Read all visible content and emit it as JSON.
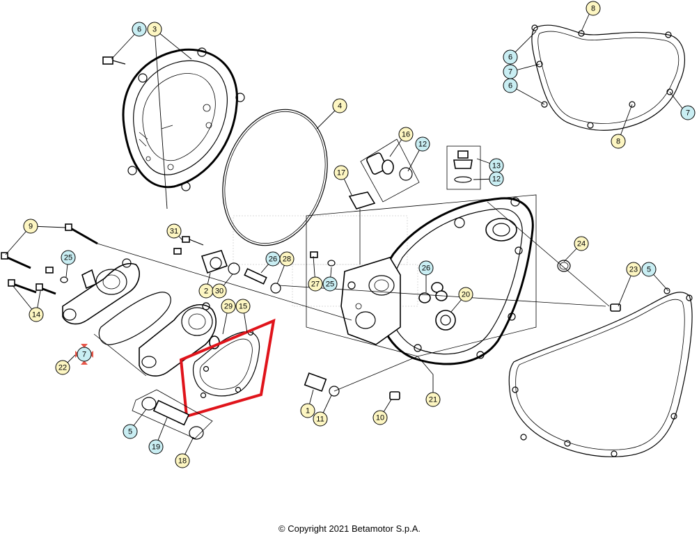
{
  "copyright": "© Copyright 2021 Betamotor S.p.A.",
  "colors": {
    "callout_yellow": "#fdf6c2",
    "callout_cyan": "#c9eef3",
    "highlight_red": "#e0141b",
    "indicator_red": "#e8574a"
  },
  "callouts": [
    {
      "label": "6",
      "color": "cyan"
    },
    {
      "label": "3",
      "color": "yellow"
    },
    {
      "label": "8",
      "color": "yellow"
    },
    {
      "label": "6",
      "color": "cyan"
    },
    {
      "label": "7",
      "color": "cyan"
    },
    {
      "label": "6",
      "color": "cyan"
    },
    {
      "label": "7",
      "color": "cyan"
    },
    {
      "label": "8",
      "color": "yellow"
    },
    {
      "label": "4",
      "color": "yellow"
    },
    {
      "label": "16",
      "color": "yellow"
    },
    {
      "label": "12",
      "color": "cyan"
    },
    {
      "label": "13",
      "color": "cyan"
    },
    {
      "label": "12",
      "color": "cyan"
    },
    {
      "label": "17",
      "color": "yellow"
    },
    {
      "label": "9",
      "color": "yellow"
    },
    {
      "label": "31",
      "color": "yellow"
    },
    {
      "label": "24",
      "color": "yellow"
    },
    {
      "label": "25",
      "color": "cyan"
    },
    {
      "label": "26",
      "color": "cyan"
    },
    {
      "label": "28",
      "color": "yellow"
    },
    {
      "label": "27",
      "color": "yellow"
    },
    {
      "label": "25",
      "color": "cyan"
    },
    {
      "label": "26",
      "color": "cyan"
    },
    {
      "label": "23",
      "color": "yellow"
    },
    {
      "label": "5",
      "color": "cyan"
    },
    {
      "label": "2",
      "color": "yellow"
    },
    {
      "label": "30",
      "color": "yellow"
    },
    {
      "label": "29",
      "color": "yellow"
    },
    {
      "label": "15",
      "color": "yellow"
    },
    {
      "label": "20",
      "color": "yellow"
    },
    {
      "label": "14",
      "color": "yellow"
    },
    {
      "label": "7",
      "color": "cyan"
    },
    {
      "label": "22",
      "color": "yellow"
    },
    {
      "label": "21",
      "color": "yellow"
    },
    {
      "label": "1",
      "color": "yellow"
    },
    {
      "label": "11",
      "color": "yellow"
    },
    {
      "label": "10",
      "color": "yellow"
    },
    {
      "label": "5",
      "color": "cyan"
    },
    {
      "label": "19",
      "color": "cyan"
    },
    {
      "label": "18",
      "color": "yellow"
    },
    {
      "label": "19",
      "color": "cyan"
    }
  ]
}
